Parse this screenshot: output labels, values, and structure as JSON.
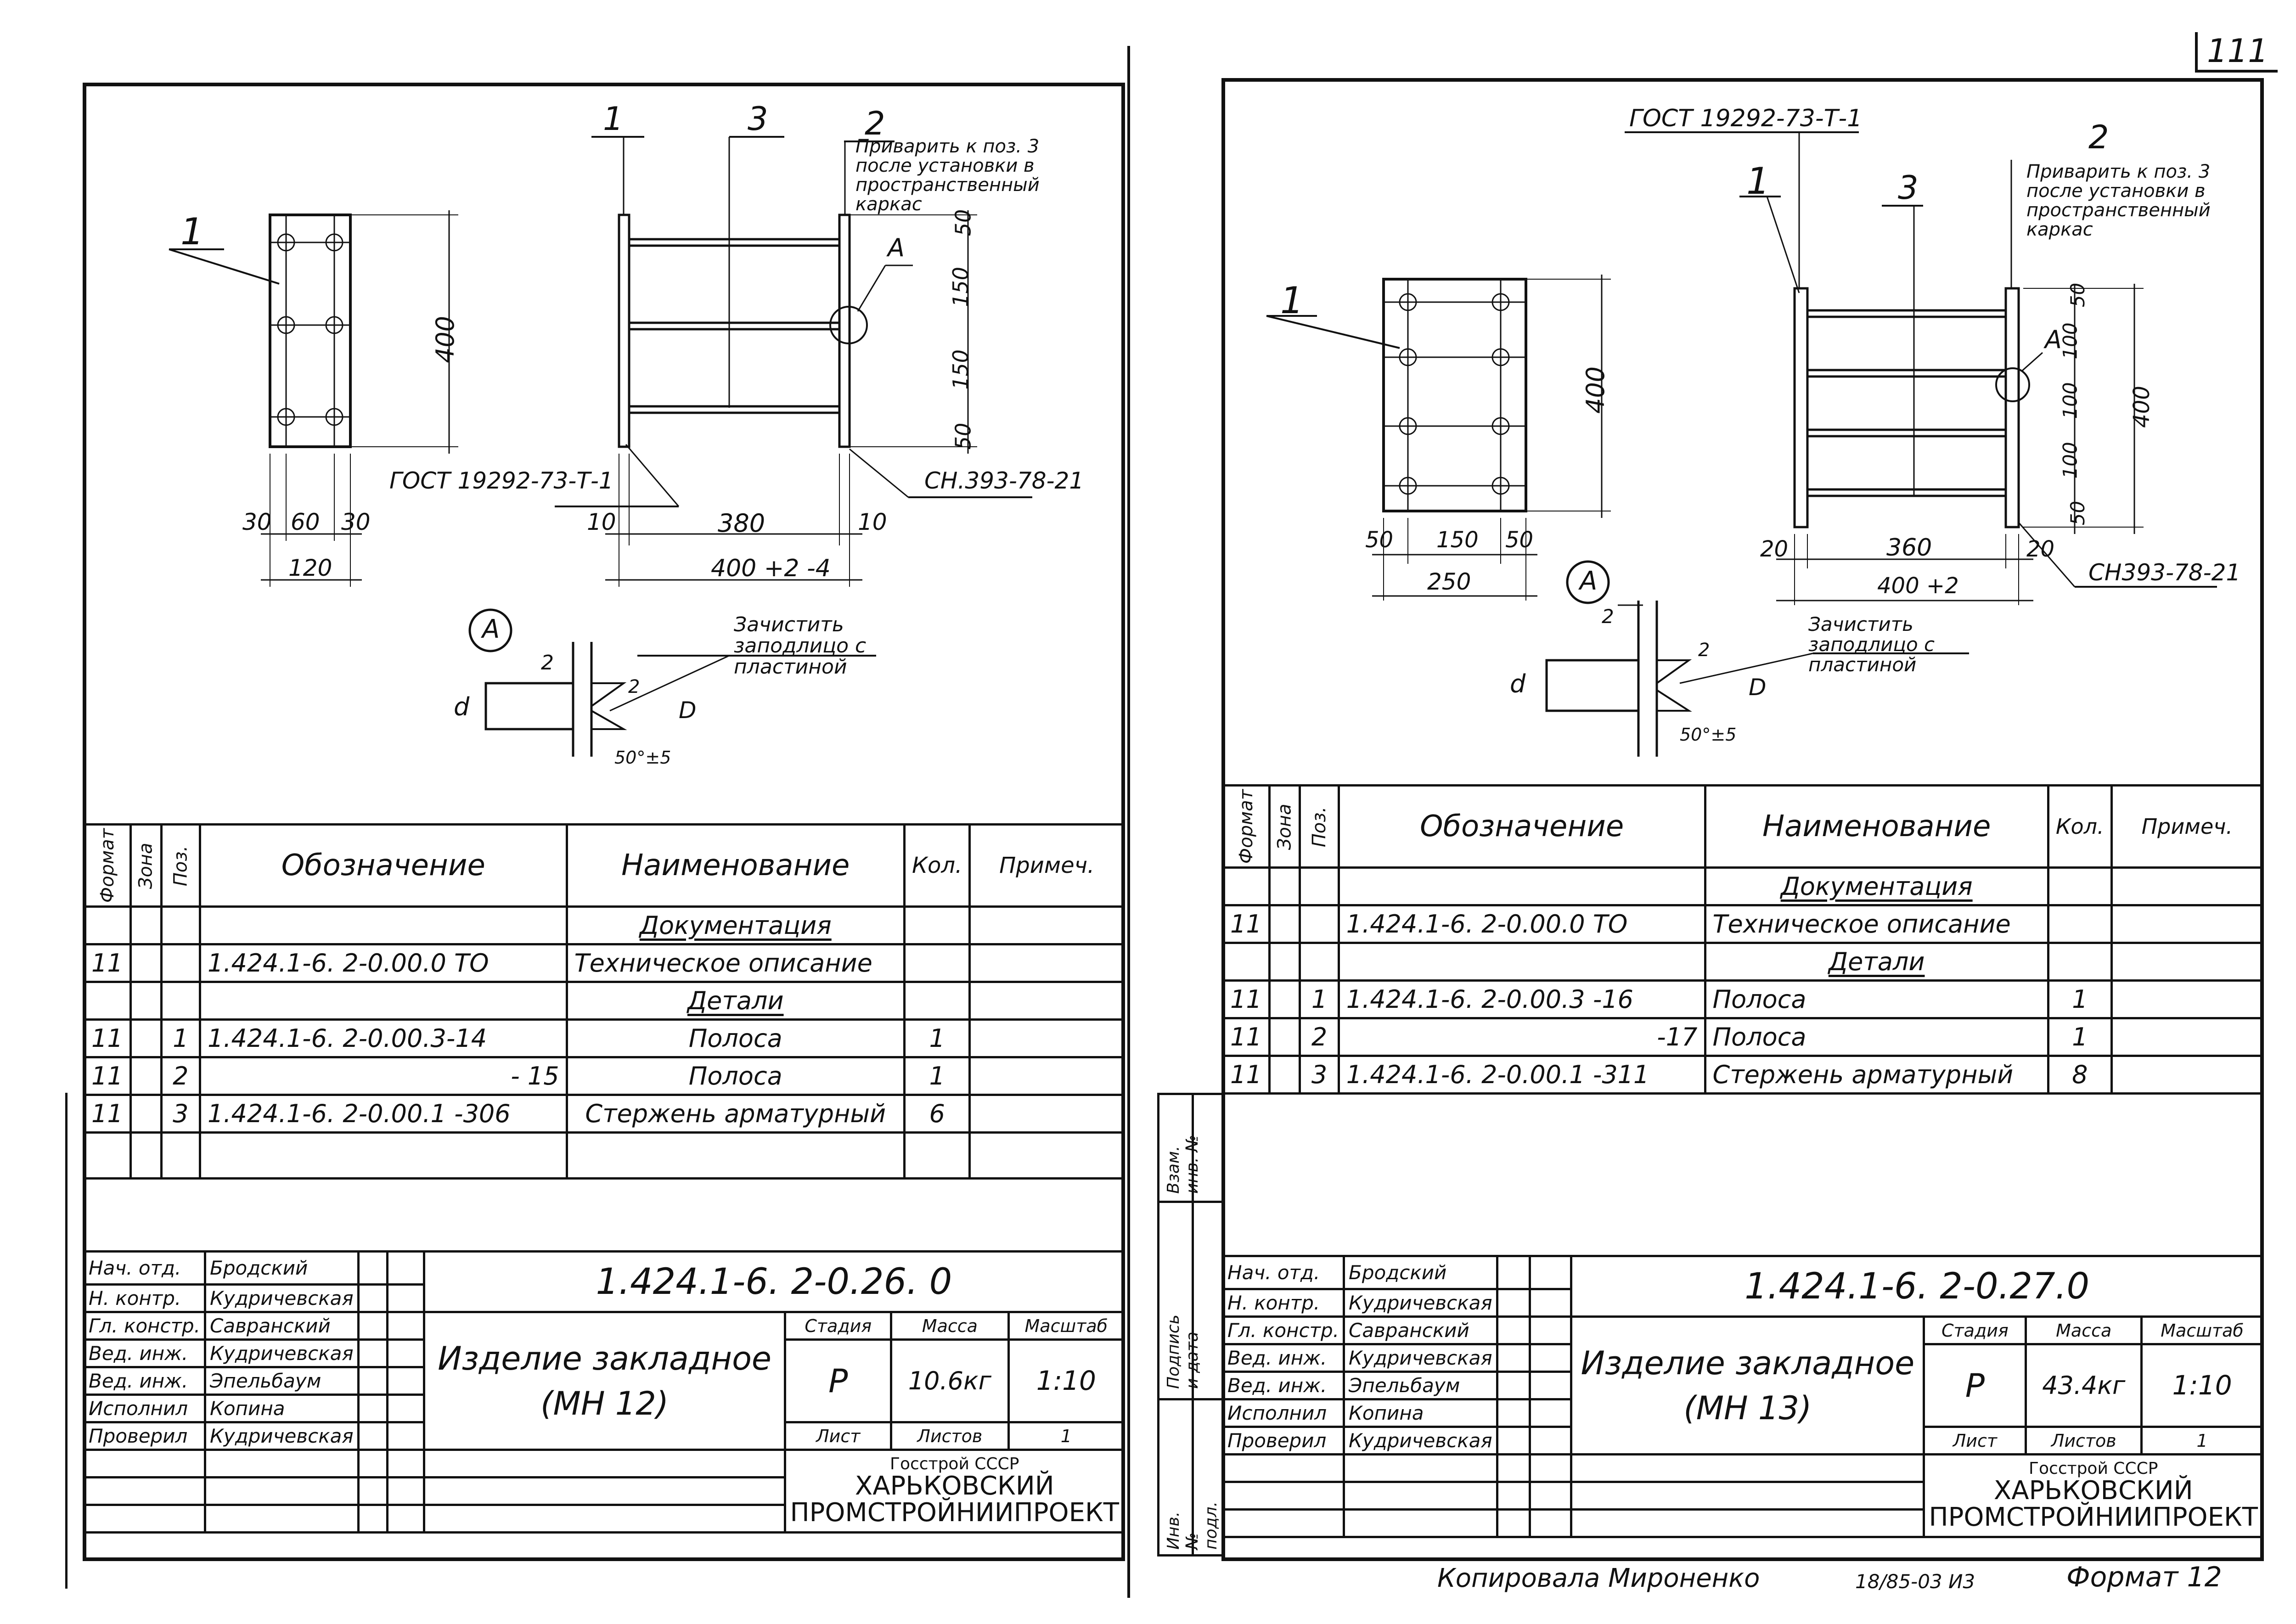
{
  "top_corner_label": "111",
  "footer": {
    "copied_by": "Копировала Мироненко",
    "order_no": "18/85-03  И3",
    "format": "Формат 12"
  },
  "side_margin": {
    "labels": [
      "Инв. № подл.",
      "Подпись и дата",
      "Взам. инв. №"
    ]
  },
  "sheets": [
    {
      "drawing": {
        "callouts": [
          "1",
          "1",
          "3",
          "2"
        ],
        "weld_note": "Приварить к поз. 3 после установки в пространственный каркас",
        "detail_label": "А",
        "gost_ref": "ГОСТ 19292-73-Т-1",
        "sn_ref": "СН.393-78-21",
        "dims_plate": [
          "400",
          "30",
          "60",
          "30",
          "120"
        ],
        "dims_side": [
          "50",
          "150",
          "150",
          "50",
          "10",
          "380",
          "10",
          "400 +2 -4"
        ],
        "detail_text": "Зачистить заподлицо с пластиной",
        "detail_dims": [
          "2",
          "2",
          "d",
          "D",
          "50°±5"
        ]
      },
      "spec": {
        "headers": {
          "format": "Формат",
          "zone": "Зона",
          "pos": "Поз.",
          "designation": "Обозначение",
          "name": "Наименование",
          "qty": "Кол.",
          "note": "Примеч."
        },
        "rows": [
          {
            "format": "",
            "zone": "",
            "pos": "",
            "designation": "",
            "name": "Документация",
            "qty": "",
            "note": "",
            "section": true
          },
          {
            "format": "11",
            "zone": "",
            "pos": "",
            "designation": "1.424.1-6. 2-0.00.0 ТО",
            "name": "Техническое описание",
            "qty": "",
            "note": ""
          },
          {
            "format": "",
            "zone": "",
            "pos": "",
            "designation": "",
            "name": "Детали",
            "qty": "",
            "note": "",
            "section": true
          },
          {
            "format": "11",
            "zone": "",
            "pos": "1",
            "designation": "1.424.1-6. 2-0.00.3-14",
            "name": "Полоса",
            "qty": "1",
            "note": ""
          },
          {
            "format": "11",
            "zone": "",
            "pos": "2",
            "designation": "- 15",
            "name": "Полоса",
            "qty": "1",
            "note": "",
            "desigRight": true
          },
          {
            "format": "11",
            "zone": "",
            "pos": "3",
            "designation": "1.424.1-6. 2-0.00.1 -306",
            "name": "Стержень арматурный",
            "qty": "6",
            "note": ""
          },
          {
            "format": "",
            "zone": "",
            "pos": "",
            "designation": "",
            "name": "",
            "qty": "",
            "note": ""
          },
          {
            "format": "",
            "zone": "",
            "pos": "",
            "designation": "",
            "name": "",
            "qty": "",
            "note": ""
          }
        ]
      },
      "title_block": {
        "doc_number": "1.424.1-6. 2-0.26. 0",
        "item_name": "Изделие закладное",
        "item_mark": "(МН 12)",
        "stage_label": "Стадия",
        "mass_label": "Масса",
        "scale_label": "Масштаб",
        "stage": "Р",
        "mass": "10.6кг",
        "scale": "1:10",
        "sheet_label": "Лист",
        "sheets_label": "Листов",
        "sheets_total": "1",
        "org_line1": "Госстрой СССР",
        "org_line2": "ХАРЬКОВСКИЙ",
        "org_line3": "ПРОМСТРОЙНИИПРОЕКТ",
        "staff": [
          {
            "role": "Нач. отд.",
            "name": "Бродский"
          },
          {
            "role": "Н. контр.",
            "name": "Кудричевская"
          },
          {
            "role": "Гл. констр.",
            "name": "Савранский"
          },
          {
            "role": "Вед. инж.",
            "name": "Кудричевская"
          },
          {
            "role": "Вед. инж.",
            "name": "Эпельбаум"
          },
          {
            "role": "Исполнил",
            "name": "Копина"
          },
          {
            "role": "Проверил",
            "name": "Кудричевская"
          }
        ]
      }
    },
    {
      "drawing": {
        "callouts": [
          "1",
          "1",
          "3",
          "2"
        ],
        "weld_note": "Приварить к поз. 3 после установки в пространственный каркас",
        "detail_label": "А",
        "gost_ref": "ГОСТ 19292-73-Т-1",
        "sn_ref": "СН393-78-21",
        "dims_plate": [
          "400",
          "50",
          "150",
          "50",
          "250"
        ],
        "dims_side": [
          "50",
          "100",
          "100",
          "100",
          "50",
          "400",
          "20",
          "360",
          "20",
          "400 +2"
        ],
        "detail_text": "Зачистить заподлицо с пластиной",
        "detail_dims": [
          "2",
          "2",
          "d",
          "D",
          "50°±5"
        ]
      },
      "spec": {
        "headers": {
          "format": "Формат",
          "zone": "Зона",
          "pos": "Поз.",
          "designation": "Обозначение",
          "name": "Наименование",
          "qty": "Кол.",
          "note": "Примеч."
        },
        "rows": [
          {
            "format": "",
            "zone": "",
            "pos": "",
            "designation": "",
            "name": "Документация",
            "qty": "",
            "note": "",
            "section": true
          },
          {
            "format": "11",
            "zone": "",
            "pos": "",
            "designation": "1.424.1-6. 2-0.00.0 ТО",
            "name": "Техническое описание",
            "qty": "",
            "note": ""
          },
          {
            "format": "",
            "zone": "",
            "pos": "",
            "designation": "",
            "name": "Детали",
            "qty": "",
            "note": "",
            "section": true
          },
          {
            "format": "11",
            "zone": "",
            "pos": "1",
            "designation": "1.424.1-6. 2-0.00.3 -16",
            "name": "Полоса",
            "qty": "1",
            "note": ""
          },
          {
            "format": "11",
            "zone": "",
            "pos": "2",
            "designation": "-17",
            "name": "Полоса",
            "qty": "1",
            "note": "",
            "desigRight": true
          },
          {
            "format": "11",
            "zone": "",
            "pos": "3",
            "designation": "1.424.1-6. 2-0.00.1 -311",
            "name": "Стержень арматурный",
            "qty": "8",
            "note": ""
          },
          {
            "format": "",
            "zone": "",
            "pos": "",
            "designation": "",
            "name": "",
            "qty": "",
            "note": ""
          },
          {
            "format": "",
            "zone": "",
            "pos": "",
            "designation": "",
            "name": "",
            "qty": "",
            "note": ""
          }
        ]
      },
      "title_block": {
        "doc_number": "1.424.1-6. 2-0.27.0",
        "item_name": "Изделие закладное",
        "item_mark": "(МН 13)",
        "stage_label": "Стадия",
        "mass_label": "Масса",
        "scale_label": "Масштаб",
        "stage": "Р",
        "mass": "43.4кг",
        "scale": "1:10",
        "sheet_label": "Лист",
        "sheets_label": "Листов",
        "sheets_total": "1",
        "org_line1": "Госстрой СССР",
        "org_line2": "ХАРЬКОВСКИЙ",
        "org_line3": "ПРОМСТРОЙНИИПРОЕКТ",
        "staff": [
          {
            "role": "Нач. отд.",
            "name": "Бродский"
          },
          {
            "role": "Н. контр.",
            "name": "Кудричевская"
          },
          {
            "role": "Гл. констр.",
            "name": "Савранский"
          },
          {
            "role": "Вед. инж.",
            "name": "Кудричевская"
          },
          {
            "role": "Вед. инж.",
            "name": "Эпельбаум"
          },
          {
            "role": "Исполнил",
            "name": "Копина"
          },
          {
            "role": "Проверил",
            "name": "Кудричевская"
          }
        ]
      }
    }
  ]
}
